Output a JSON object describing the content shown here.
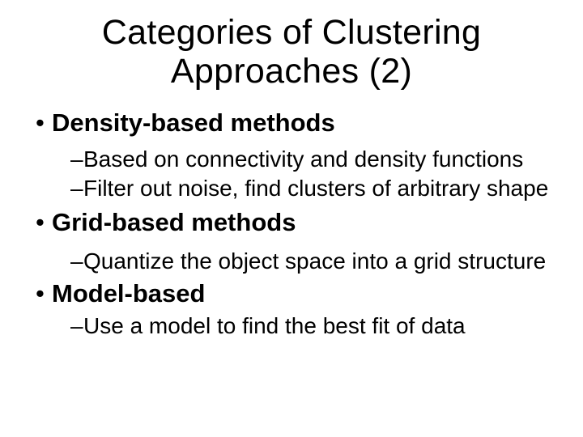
{
  "slide": {
    "background_color": "#ffffff",
    "text_color": "#000000",
    "title": {
      "full": "Categories of Clustering Approaches (2)",
      "lines": [
        "Categories of Clustering",
        "Approaches (2)"
      ]
    },
    "content": {
      "items": [
        {
          "level": 1,
          "marker": "•",
          "text": "Density-based methods"
        },
        {
          "level": 2,
          "marker": "–",
          "text": "Based on connectivity and density functions"
        },
        {
          "level": 2,
          "marker": "–",
          "text": "Filter out noise, find clusters of arbitrary shape"
        },
        {
          "level": 1,
          "marker": "•",
          "text": "Grid-based methods"
        },
        {
          "level": 2,
          "marker": "–",
          "text": "Quantize the object space into a grid structure"
        },
        {
          "level": 1,
          "marker": "•",
          "text": "Model-based"
        },
        {
          "level": 2,
          "marker": "–",
          "text": "Use a model to find the best fit of data"
        }
      ]
    }
  }
}
